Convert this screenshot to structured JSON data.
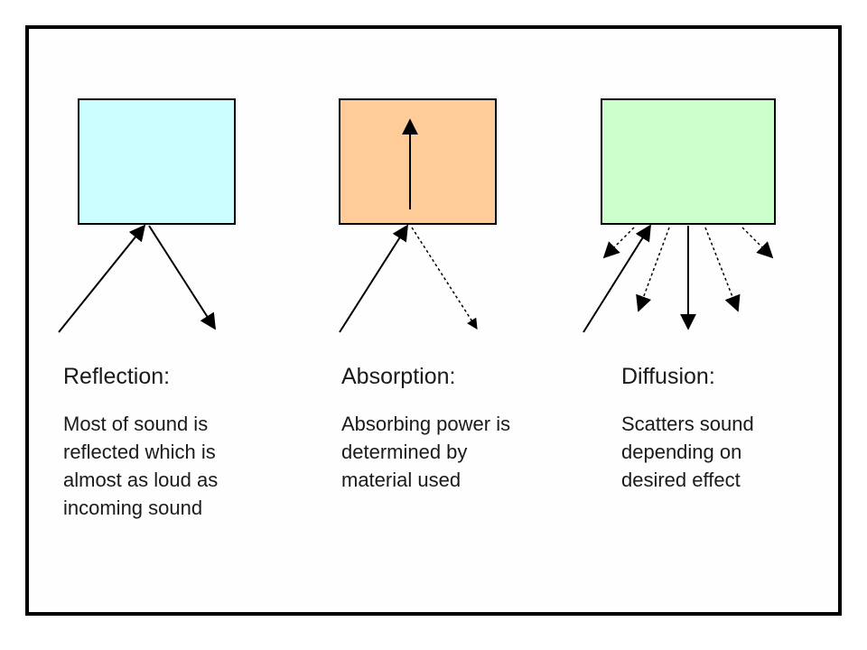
{
  "colors": {
    "frame": "#000000",
    "reflection_box": "#ccfeff",
    "absorption_box": "#fdcc99",
    "diffusion_box": "#ccffcc",
    "arrow": "#000000"
  },
  "panels": [
    {
      "title": "Reflection:",
      "description": "Most of sound is reflected which is almost as loud as incoming sound"
    },
    {
      "title": "Absorption:",
      "description": "Absorbing power is determined by material used"
    },
    {
      "title": "Diffusion:",
      "description": "Scatters sound depending on desired effect"
    }
  ]
}
